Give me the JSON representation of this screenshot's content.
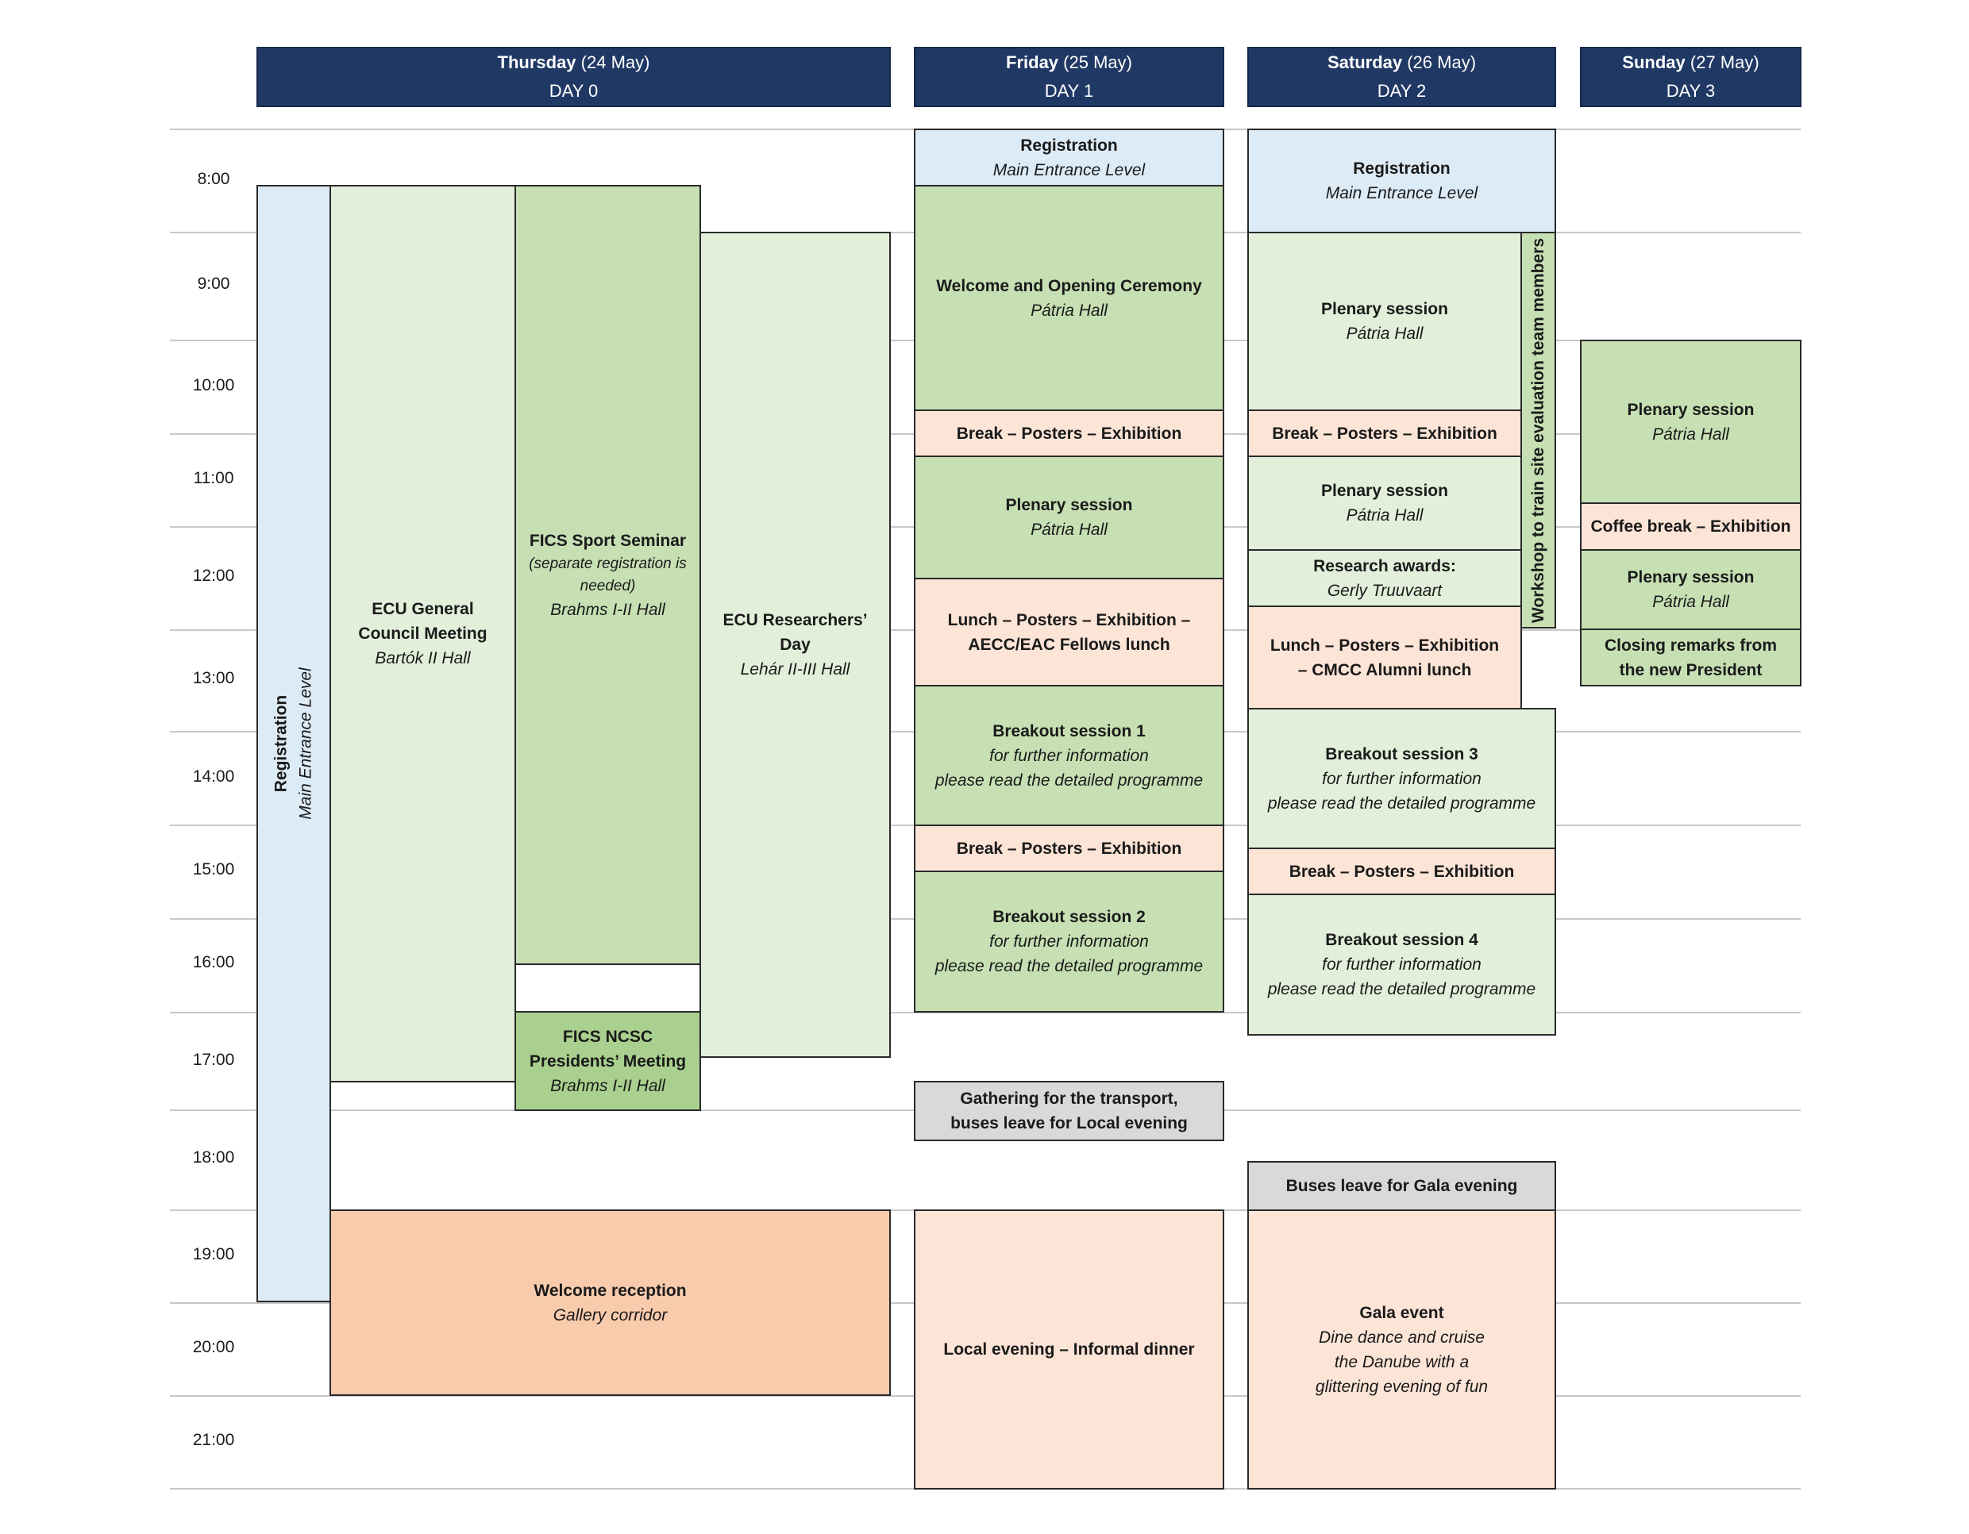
{
  "days": [
    {
      "name": "Thursday",
      "date": "(24 May)",
      "label": "DAY 0"
    },
    {
      "name": "Friday",
      "date": "(25 May)",
      "label": "DAY 1"
    },
    {
      "name": "Saturday",
      "date": "(26 May)",
      "label": "DAY 2"
    },
    {
      "name": "Sunday",
      "date": "(27 May)",
      "label": "DAY 3"
    }
  ],
  "times": [
    "8:00",
    "9:00",
    "10:00",
    "11:00",
    "12:00",
    "13:00",
    "14:00",
    "15:00",
    "16:00",
    "17:00",
    "18:00",
    "19:00",
    "20:00",
    "21:00"
  ],
  "events": {
    "thu_registration": {
      "title": "Registration",
      "sub": "Main Entrance Level"
    },
    "thu_ecu_council": {
      "title": "ECU General Council Meeting",
      "sub": "Bartók II Hall"
    },
    "thu_fics_seminar": {
      "title": "FICS Sport Seminar",
      "note": "(separate registration is needed)",
      "sub": "Brahms I-II Hall"
    },
    "thu_fics_ncsc": {
      "title": "FICS NCSC Presidents’ Meeting",
      "sub": "Brahms I-II Hall"
    },
    "thu_researchers": {
      "title": "ECU Researchers’ Day",
      "sub": "Lehár II-III Hall"
    },
    "thu_reception": {
      "title": "Welcome reception",
      "sub": "Gallery corridor"
    },
    "fri_registration": {
      "title": "Registration",
      "sub": "Main Entrance Level"
    },
    "fri_welcome": {
      "title": "Welcome and Opening Ceremony",
      "sub": "Pátria Hall"
    },
    "fri_break1": {
      "title": "Break – Posters – Exhibition"
    },
    "fri_plenary": {
      "title": "Plenary session",
      "sub": "Pátria Hall"
    },
    "fri_lunch": {
      "title": "Lunch – Posters – Exhibition – AECC/EAC Fellows lunch"
    },
    "fri_breakout1": {
      "title": "Breakout session 1",
      "sub1": "for further information",
      "sub2": "please read the detailed programme"
    },
    "fri_break2": {
      "title": "Break – Posters – Exhibition"
    },
    "fri_breakout2": {
      "title": "Breakout session 2",
      "sub1": "for further information",
      "sub2": "please read the detailed programme"
    },
    "fri_gathering": {
      "title": "Gathering for the transport, buses leave for Local evening"
    },
    "fri_local": {
      "title": "Local evening – Informal dinner"
    },
    "sat_registration": {
      "title": "Registration",
      "sub": "Main Entrance Level"
    },
    "sat_plenary1": {
      "title": "Plenary session",
      "sub": "Pátria Hall"
    },
    "sat_break1": {
      "title": "Break – Posters – Exhibition"
    },
    "sat_plenary2": {
      "title": "Plenary session",
      "sub": "Pátria Hall"
    },
    "sat_awards": {
      "title": "Research awards:",
      "sub": "Gerly Truuvaart"
    },
    "sat_lunch": {
      "title": "Lunch – Posters – Exhibition – CMCC Alumni lunch"
    },
    "sat_workshop": {
      "title": "Workshop to train site evaluation team members"
    },
    "sat_breakout3": {
      "title": "Breakout session 3",
      "sub1": "for further information",
      "sub2": "please read the detailed programme"
    },
    "sat_break2": {
      "title": "Break – Posters – Exhibition"
    },
    "sat_breakout4": {
      "title": "Breakout session 4",
      "sub1": "for further information",
      "sub2": "please read the detailed programme"
    },
    "sat_buses": {
      "title": "Buses leave for Gala evening"
    },
    "sat_gala": {
      "title": "Gala event",
      "sub1": "Dine dance and cruise",
      "sub2": "the Danube with a",
      "sub3": "glittering evening of fun"
    },
    "sun_plenary1": {
      "title": "Plenary session",
      "sub": "Pátria Hall"
    },
    "sun_coffee": {
      "title": "Coffee break – Exhibition"
    },
    "sun_plenary2": {
      "title": "Plenary session",
      "sub": "Pátria Hall"
    },
    "sun_closing": {
      "title": "Closing remarks from the new President"
    }
  }
}
